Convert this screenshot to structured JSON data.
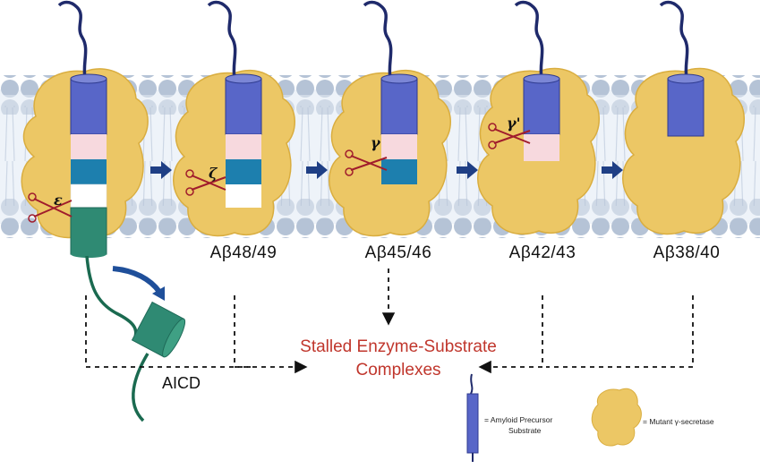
{
  "colors": {
    "enzyme": "#ecc765",
    "enzyme_dark": "#d9ad3f",
    "substrate_blue": "#5866c8",
    "band_pink": "#f7d9de",
    "band_teal": "#1d7fae",
    "aicd_green": "#2f8a73",
    "tail_navy": "#1f2a6b",
    "arrow_navy": "#1f3f85",
    "membrane_head": "#b5c3d6",
    "membrane_fill": "#e9f0f7",
    "cut_red": "#a01c2c",
    "stalled_text": "#c0362c"
  },
  "cleavage": {
    "epsilon": "ε",
    "zeta": "ζ",
    "gamma": "γ",
    "gamma_prime": "γ'"
  },
  "products": {
    "ab48": "Aβ48/49",
    "ab45": "Aβ45/46",
    "ab42": "Aβ42/43",
    "ab38": "Aβ38/40"
  },
  "aicd_label": "AICD",
  "stalled": {
    "line1": "Stalled Enzyme-Substrate",
    "line2": "Complexes"
  },
  "legend": {
    "substrate_line1": "= Amyloid Precursor",
    "substrate_line2": "Substrate",
    "enzyme_label": "= Mutant γ-secretase"
  }
}
